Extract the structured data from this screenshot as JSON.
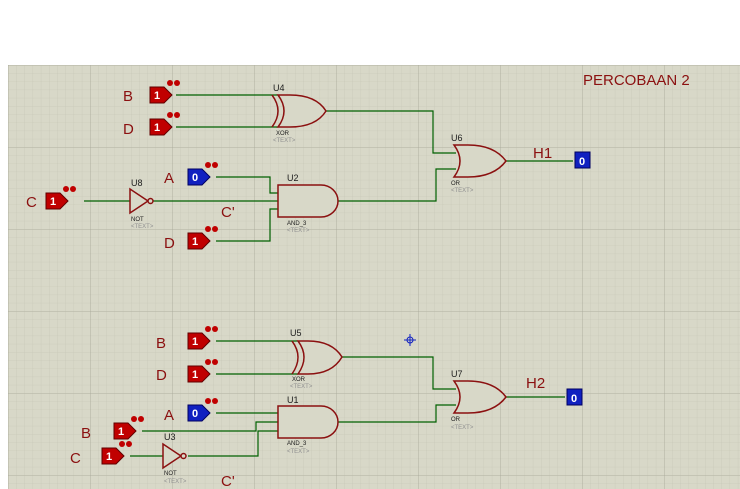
{
  "title": "PERCOBAAN 2",
  "colors": {
    "grid_bg": "#d8d8c8",
    "grid_line": "#bdbdad",
    "wire": "#006000",
    "gate": "#8b1010",
    "label": "#8b1010",
    "logic_high": "#c00000",
    "logic_low": "#1020c0"
  },
  "gates": [
    {
      "id": "U4",
      "type": "XOR",
      "text": "<TEXT>"
    },
    {
      "id": "U6",
      "type": "OR",
      "text": "<TEXT>"
    },
    {
      "id": "U8",
      "type": "NOT",
      "text": "<TEXT>"
    },
    {
      "id": "U2",
      "type": "AND_3",
      "text": "<TEXT>"
    },
    {
      "id": "U5",
      "type": "XOR",
      "text": "<TEXT>"
    },
    {
      "id": "U7",
      "type": "OR",
      "text": "<TEXT>"
    },
    {
      "id": "U1",
      "type": "AND_3",
      "text": "<TEXT>"
    },
    {
      "id": "U3",
      "type": "NOT",
      "text": "<TEXT>"
    }
  ],
  "inputs": [
    {
      "label": "B",
      "value": "1"
    },
    {
      "label": "D",
      "value": "1"
    },
    {
      "label": "C",
      "value": "1"
    },
    {
      "label": "A",
      "value": "0"
    },
    {
      "label": "D",
      "value": "1"
    },
    {
      "label": "B",
      "value": "1"
    },
    {
      "label": "D",
      "value": "1"
    },
    {
      "label": "A",
      "value": "0"
    },
    {
      "label": "B",
      "value": "1"
    },
    {
      "label": "C",
      "value": "1"
    }
  ],
  "outputs": [
    {
      "label": "H1",
      "value": "0"
    },
    {
      "label": "H2",
      "value": "0"
    }
  ],
  "net_labels": [
    "C'",
    "C'"
  ]
}
